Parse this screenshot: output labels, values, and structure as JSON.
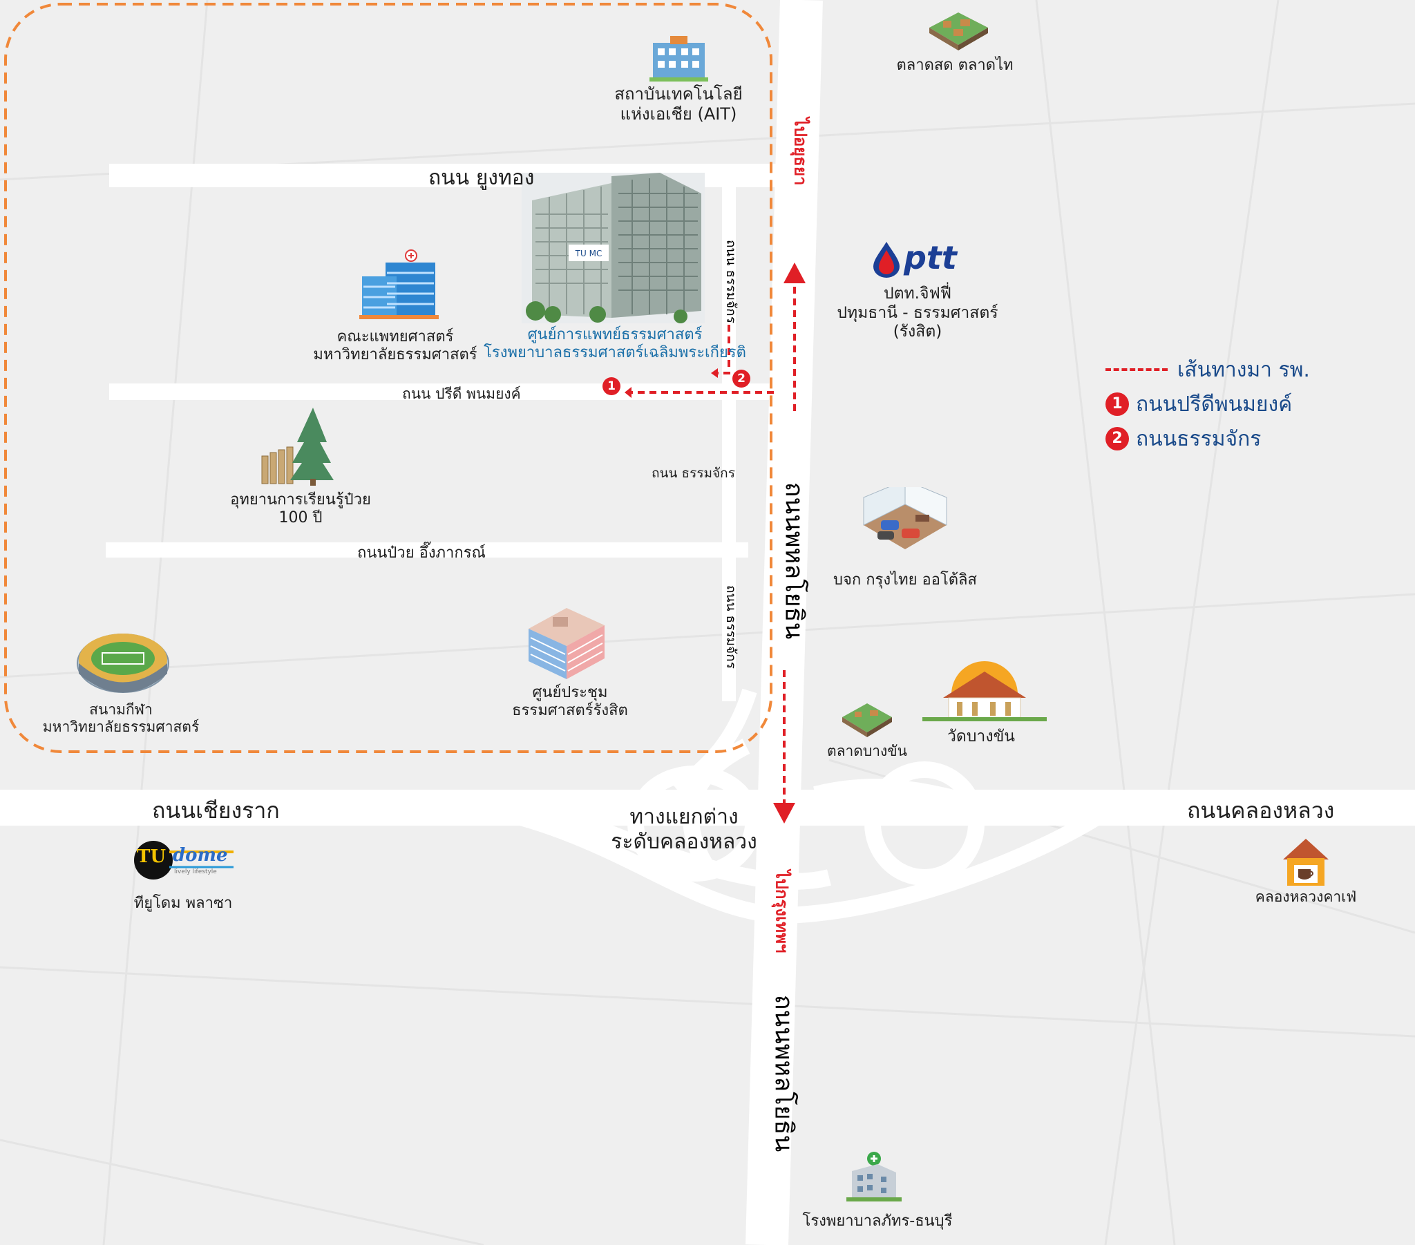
{
  "roads": {
    "main_north": "ถนนพหลโยธิน",
    "main_south": "ถนนพหลโยธิน",
    "chiang_rak": "ถนนเชียงราก",
    "khlong_luang": "ถนนคลองหลวง",
    "yung_thong": "ถนน ยูงทอง",
    "preedi": "ถนน ปรีดี พนมยงค์",
    "puey": "ถนนป๋วย อึ๊งภากรณ์",
    "thammachak_upper": "ถนน ธรรมจักร",
    "thammachak_mid": "ถนน ธรรมจักร",
    "thammachak_lower": "ถนน ธรรมจักร",
    "interchange_line1": "ทางแยกต่าง",
    "interchange_line2": "ระดับคลองหลวง"
  },
  "directions": {
    "to_ayutthaya": "ไปอยุธยา",
    "to_bangkok": "ไปกรุงเทพฯ"
  },
  "places": {
    "ait": [
      "สถาบันเทคโนโลยี",
      "แห่งเอเชีย (AIT)"
    ],
    "medicine": [
      "คณะแพทยศาสตร์",
      "มหาวิทยาลัยธรรมศาสตร์"
    ],
    "hospital": [
      "ศูนย์การแพทย์ธรรมศาสตร์",
      "โรงพยาบาลธรรมศาสตร์เฉลิมพระเกียรติ"
    ],
    "park": [
      "อุทยานการเรียนรู้ป๋วย",
      "100 ปี"
    ],
    "stadium": [
      "สนามกีฬา",
      "มหาวิทยาลัยธรรมศาสตร์"
    ],
    "convention": [
      "ศูนย์ประชุม",
      "ธรรมศาสตร์รังสิต"
    ],
    "tudome": [
      "ทียูโดม พลาซา"
    ],
    "talad_thai": [
      "ตลาดสด ตลาดไท"
    ],
    "ptt_station": [
      "ปตท.จิฟฟี่",
      "ปทุมธานี - ธรรมศาสตร์",
      "(รังสิต)"
    ],
    "krungthai_auto": [
      "บจก กรุงไทย ออโต้ลิส"
    ],
    "talad_bangkhan": [
      "ตลาดบางขัน"
    ],
    "wat_bangkhan": [
      "วัดบางขัน"
    ],
    "cafe": [
      "คลองหลวงคาเฟ่"
    ],
    "bhattara_hospital": [
      "โรงพยาบาลภัทร-ธนบุรี"
    ]
  },
  "logos": {
    "ptt": "ptt",
    "tu_dome_main": "TU",
    "tu_dome_word": "dome",
    "tu_dome_tagline": "lively lifestyle",
    "hospital_sign": "TU MC"
  },
  "legend": {
    "route": "เส้นทางมา รพ.",
    "item1_number": "1",
    "item1": "ถนนปรีดีพนมยงค์",
    "item2_number": "2",
    "item2": "ถนนธรรมจักร"
  },
  "route_markers": {
    "m1": "1",
    "m2": "2"
  },
  "colors": {
    "background": "#efefef",
    "road": "#ffffff",
    "campus_border": "#f0883a",
    "route": "#e01f26",
    "legend_text": "#1a4a8a",
    "hospital_text": "#1a6fa8"
  }
}
